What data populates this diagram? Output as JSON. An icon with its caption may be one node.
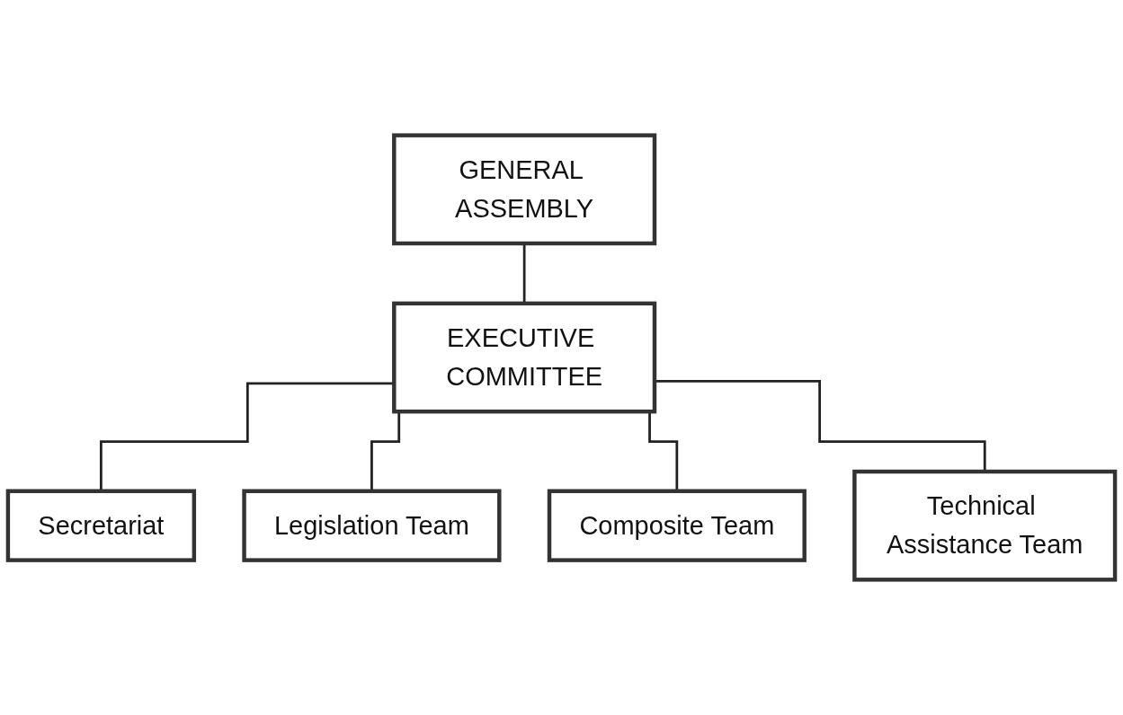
{
  "diagram": {
    "nodes": [
      {
        "text": [
          "GENERAL ASSEMBLY"
        ]
      },
      {
        "text": [
          "EXECUTIVE COMMITTEE"
        ]
      },
      {
        "text": [
          "Secretariat"
        ]
      },
      {
        "text": [
          "Legislation Team"
        ]
      },
      {
        "text": [
          "Composite Team"
        ]
      },
      {
        "text": [
          "Technical Assistance Team"
        ]
      }
    ],
    "edges": [
      {
        "from": 0,
        "to": 1,
        "arrow": "none"
      },
      {
        "from": 1,
        "to": 2,
        "arrow": "none"
      },
      {
        "from": 1,
        "to": 3,
        "arrow": "none"
      },
      {
        "from": 1,
        "to": 4,
        "arrow": "none"
      },
      {
        "from": 1,
        "to": 5,
        "arrow": "none"
      }
    ]
  }
}
